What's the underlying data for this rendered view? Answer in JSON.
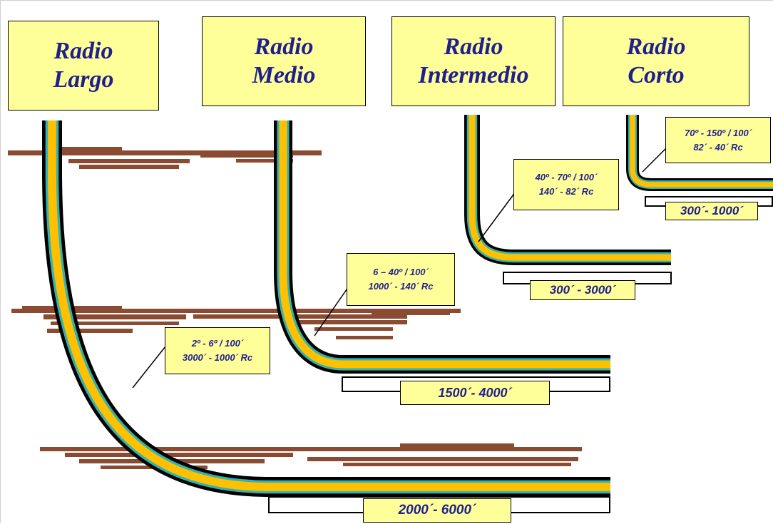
{
  "categories": [
    {
      "id": "largo",
      "title_line1": "Radio",
      "title_line2": "Largo",
      "spec_line1": "2º - 6º / 100´",
      "spec_line2": "3000´ - 1000´ Rc",
      "length": "2000´- 6000´"
    },
    {
      "id": "medio",
      "title_line1": "Radio",
      "title_line2": "Medio",
      "spec_line1": "6 – 40º / 100´",
      "spec_line2": "1000´ - 140´ Rc",
      "length": "1500´- 4000´"
    },
    {
      "id": "intermedio",
      "title_line1": "Radio",
      "title_line2": "Intermedio",
      "spec_line1": "40º - 70º / 100´",
      "spec_line2": "140´ - 82´ Rc",
      "length": "300´ - 3000´"
    },
    {
      "id": "corto",
      "title_line1": "Radio",
      "title_line2": "Corto",
      "spec_line1": "70º - 150º / 100´",
      "spec_line2": "82´ - 40´ Rc",
      "length": "300´- 1000´"
    }
  ],
  "colors": {
    "box_fill": "#ffff99",
    "title_text": "#1f1f8f",
    "pipe_outer": "#000000",
    "pipe_teal": "#33b3b3",
    "pipe_core": "#ffc000",
    "formation": "#8b4a32"
  }
}
